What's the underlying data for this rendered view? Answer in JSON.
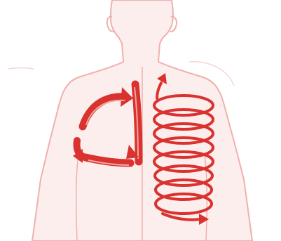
{
  "figure": {
    "subject": "upper-body-back-outline",
    "colors": {
      "background": "#ffffff",
      "skin_fill": "#fdeeee",
      "outline": "#eeb1ac",
      "accent": "#d9322f",
      "accent_light": "#f1a59f"
    },
    "marks": [
      {
        "name": "circular-motion-arrows",
        "description_icon": "cycle-arrows-icon"
      },
      {
        "name": "spiral-motion-arrow",
        "description_icon": "spiral-arrow-icon"
      }
    ]
  }
}
